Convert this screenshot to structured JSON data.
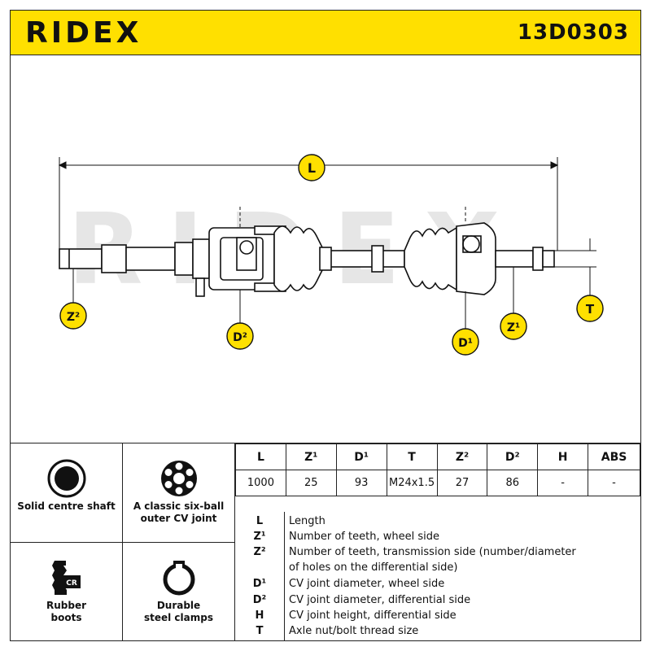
{
  "header": {
    "brand": "RIDEX",
    "part_number": "13D0303",
    "accent_color": "#FFE000"
  },
  "drawing": {
    "watermark": "RIDEX",
    "callouts": {
      "L": "L",
      "Z2": "Z²",
      "D2": "D²",
      "D1": "D¹",
      "Z1": "Z¹",
      "T": "T"
    }
  },
  "features": [
    {
      "icon": "solid-shaft-icon",
      "label": "Solid centre shaft"
    },
    {
      "icon": "six-ball-joint-icon",
      "label": "A classic six-ball outer CV joint"
    },
    {
      "icon": "rubber-boot-icon",
      "label": "Rubber boots",
      "icon_text": "CR"
    },
    {
      "icon": "steel-clamp-icon",
      "label": "Durable steel clamps"
    }
  ],
  "spec_table": {
    "headers": [
      "L",
      "Z¹",
      "D¹",
      "T",
      "Z²",
      "D²",
      "H",
      "ABS"
    ],
    "values": [
      "1000",
      "25",
      "93",
      "M24x1.5",
      "27",
      "86",
      "-",
      "-"
    ]
  },
  "legend": [
    {
      "key": "L",
      "desc": "Length"
    },
    {
      "key": "Z¹",
      "desc": "Number of teeth, wheel side"
    },
    {
      "key": "Z²",
      "desc": "Number of teeth, transmission side (number/diameter"
    },
    {
      "key": "",
      "desc": "of holes on the differential side)"
    },
    {
      "key": "D¹",
      "desc": "CV joint diameter, wheel side"
    },
    {
      "key": "D²",
      "desc": "CV joint diameter, differential side"
    },
    {
      "key": "H",
      "desc": "CV joint height, differential side"
    },
    {
      "key": "T",
      "desc": "Axle nut/bolt thread size"
    }
  ]
}
